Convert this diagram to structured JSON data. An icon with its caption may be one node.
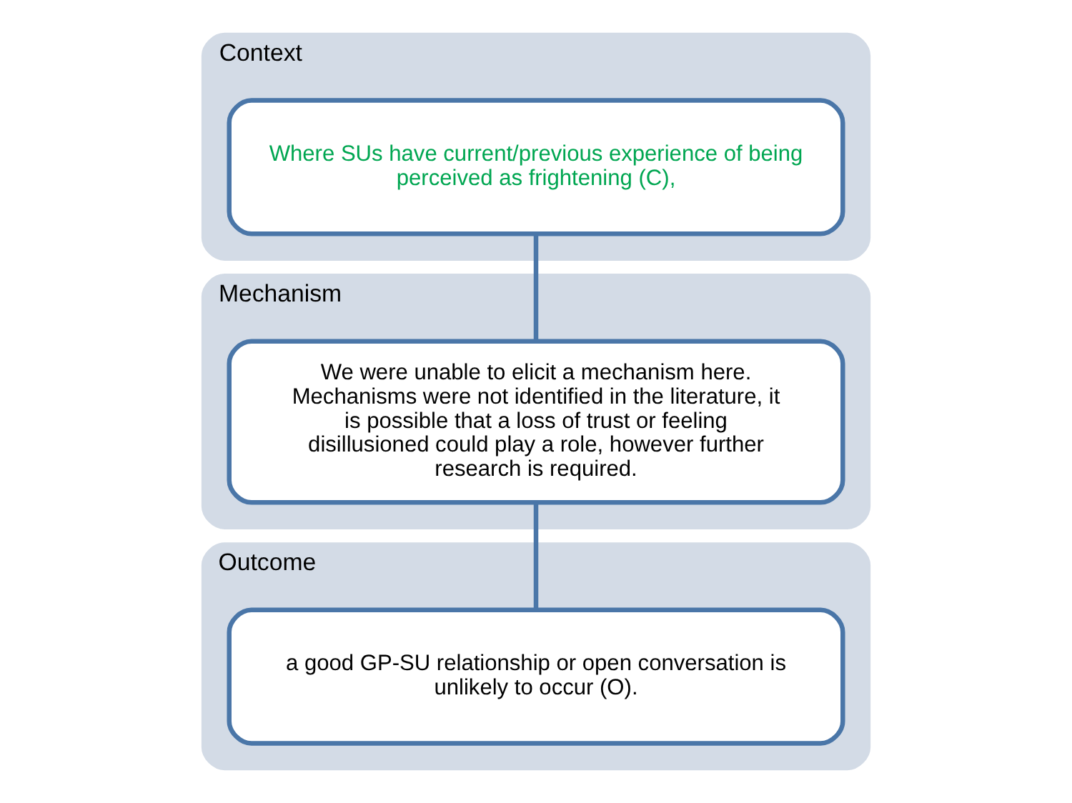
{
  "diagram": {
    "nodes": [
      {
        "text": [
          "Context"
        ]
      },
      {
        "text": [
          "Where SUs have current/previous experience of being perceived as frightening (C),"
        ],
        "in": 0
      },
      {
        "text": [
          "Mechanism"
        ]
      },
      {
        "text": [
          "We were unable to elicit a mechanism here. Mechanisms were not identified in the literature, it is possible that a loss of trust or feeling disillusioned could play a role, however further research is required."
        ],
        "in": 2
      },
      {
        "text": [
          "Outcome"
        ]
      },
      {
        "text": [
          "a good GP-SU relationship or open conversation is unlikely to occur (O)."
        ],
        "in": 4
      }
    ],
    "edges": [
      {
        "from": 1,
        "to": 3,
        "arrow": "none"
      },
      {
        "from": 3,
        "to": 5,
        "arrow": "none"
      }
    ]
  }
}
